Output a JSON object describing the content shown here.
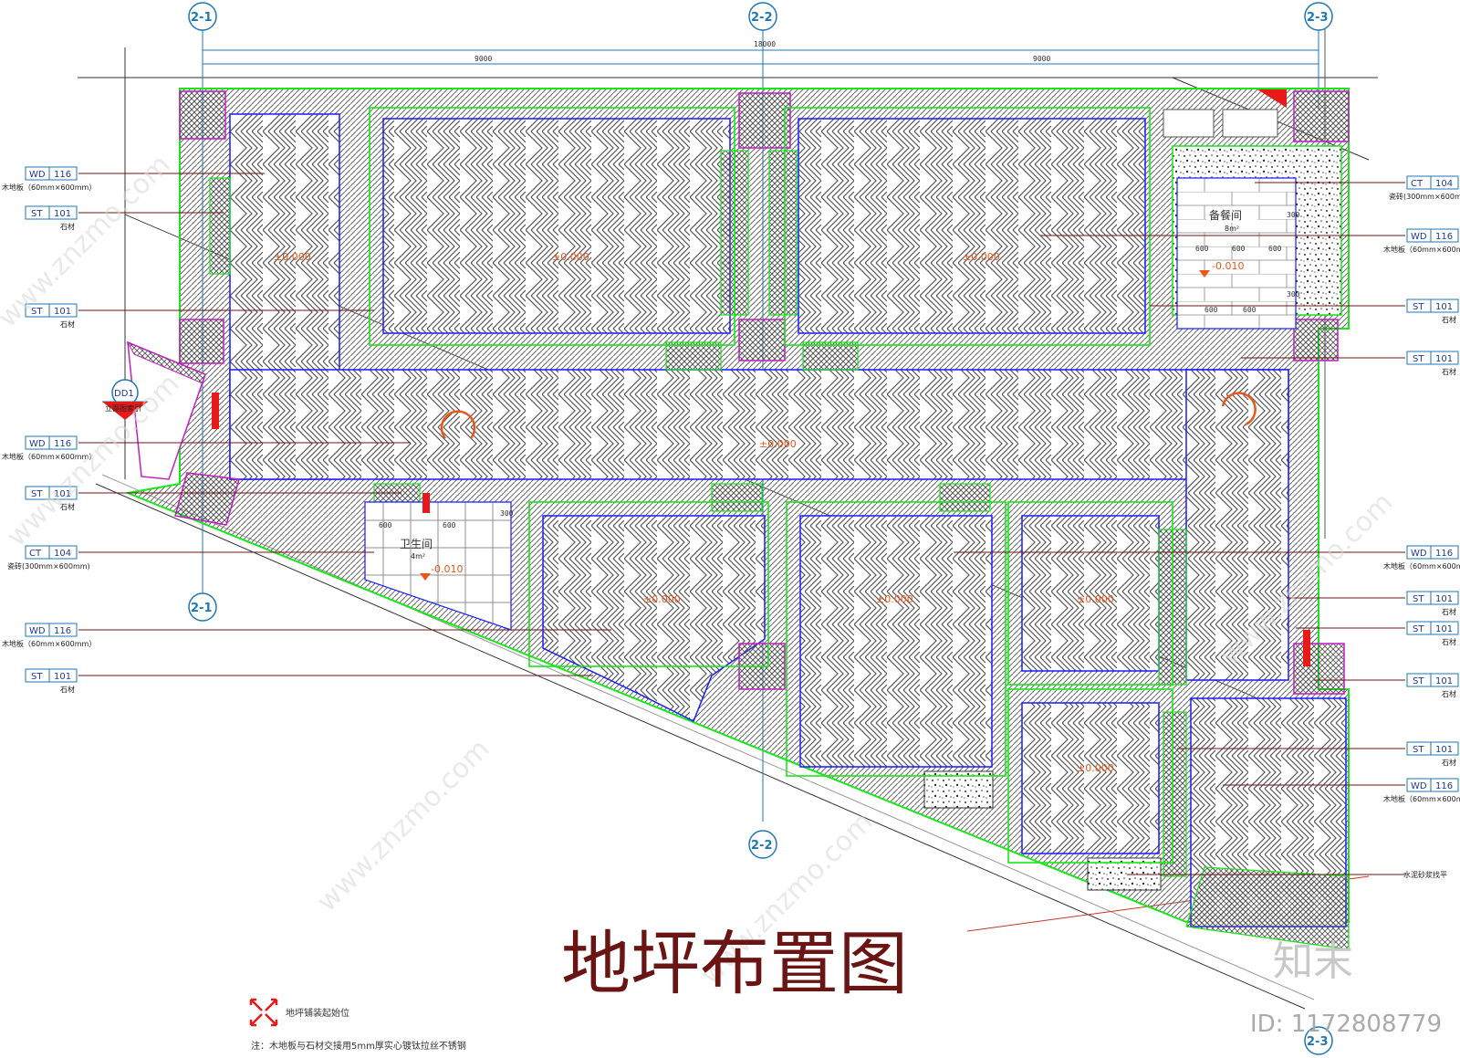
{
  "title": "地坪布置图",
  "dimensions": {
    "total": "18000",
    "left": "9000",
    "right": "9000"
  },
  "axes": {
    "a1": "2-1",
    "a2": "2-2",
    "a3": "2-3"
  },
  "section_marker": {
    "code": "DD1",
    "sub": "立面图索引"
  },
  "rooms": {
    "bathroom": {
      "name": "卫生间",
      "area": "4m²",
      "elev": "-0.010"
    },
    "pantry": {
      "name": "备餐间",
      "area": "8m²",
      "elev": "-0.010"
    },
    "room_elev": "±0.000"
  },
  "tile_dims": {
    "a": "600",
    "b": "300"
  },
  "tags": {
    "wd": {
      "code": "WD",
      "num": "116",
      "note": "木地板（60mm×600mm）"
    },
    "st": {
      "code": "ST",
      "num": "101",
      "note": "石材"
    },
    "ct": {
      "code": "CT",
      "num": "104",
      "note": "瓷砖(300mm×600mm)"
    },
    "cement": "水泥砂浆找平"
  },
  "legend": {
    "start": "地坪铺装起始位",
    "note": "注：木地板与石材交接用5mm厚实心镀钛拉丝不锈钢"
  },
  "watermark": {
    "site": "www.znzmo.com",
    "logo": "知末",
    "id": "ID: 1172808779"
  },
  "colors": {
    "axis": "#1f77b4",
    "green": "#19e619",
    "magenta": "#c21ec2",
    "blue": "#1a1aff",
    "red": "#e81919",
    "orange": "#e8571a",
    "title": "#6b1414"
  }
}
